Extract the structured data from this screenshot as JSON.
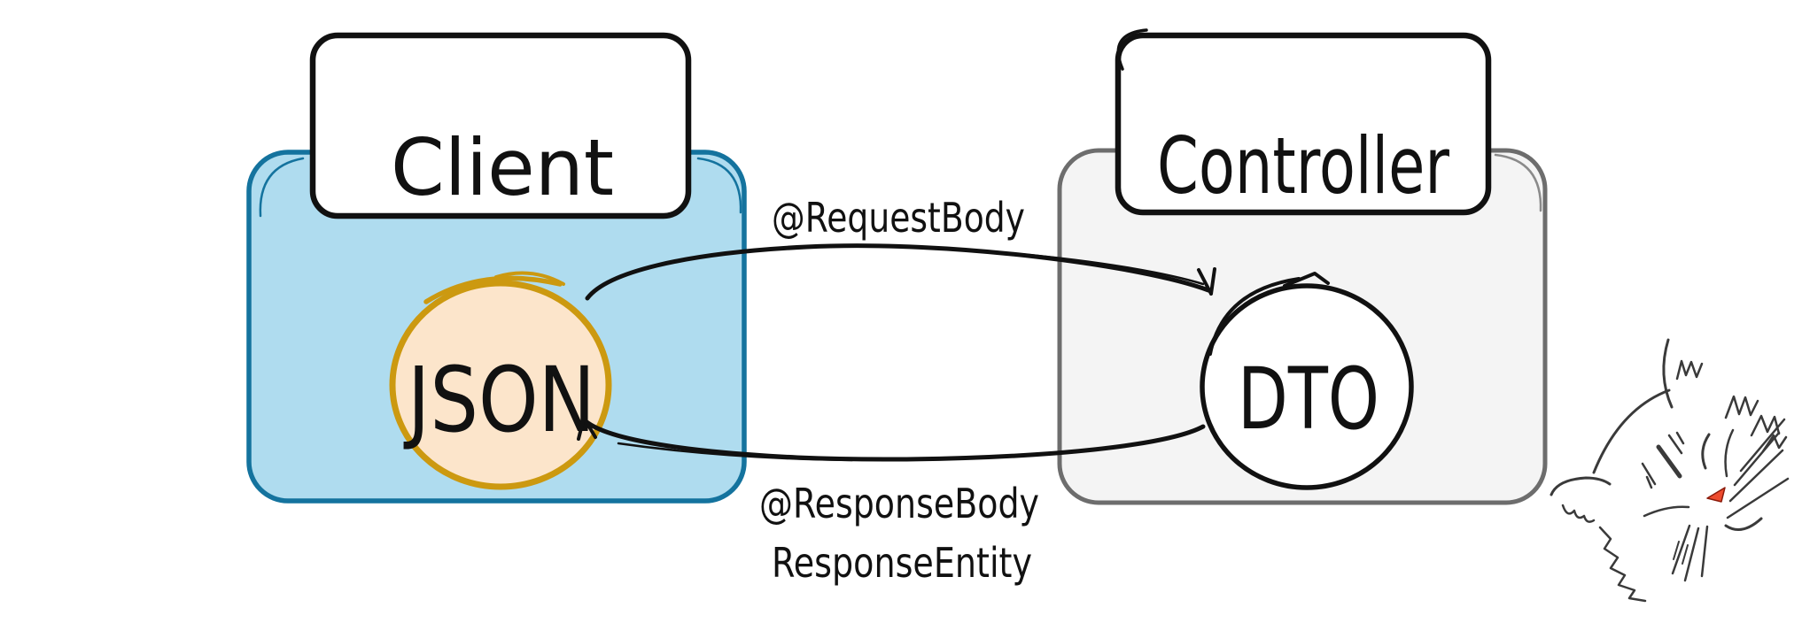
{
  "boxes": {
    "client": {
      "label": "Client"
    },
    "controller": {
      "label": "Controller"
    }
  },
  "nodes": {
    "json": {
      "label": "JSON"
    },
    "dto": {
      "label": "DTO"
    }
  },
  "arrows": {
    "request": {
      "label": "@RequestBody",
      "from": "JSON",
      "to": "DTO"
    },
    "response": {
      "labels": [
        "@ResponseBody",
        "ResponseEntity"
      ],
      "from": "DTO",
      "to": "JSON"
    }
  },
  "icons": {
    "cat_doodle": "sketchy-cat-face"
  },
  "colors": {
    "background": "#ffffff",
    "ink": "#111111",
    "client_container_fill": "#afdcef",
    "client_container_stroke": "#14739e",
    "controller_container_fill": "#f4f4f4",
    "controller_container_stroke": "#6d6d6d",
    "label_box_fill": "#ffffff",
    "json_fill": "#fce5cb",
    "json_stroke": "#cc9910",
    "dto_fill": "#ffffff",
    "cat_stroke": "#3a3a3a",
    "cat_nose": "#ee4b2e"
  }
}
